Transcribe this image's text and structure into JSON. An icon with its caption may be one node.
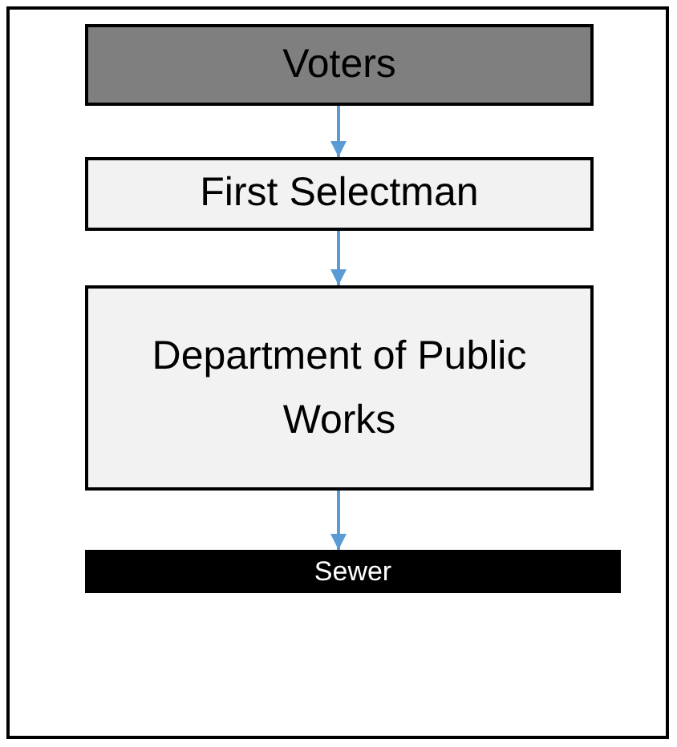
{
  "diagram": {
    "nodes": [
      {
        "text": [
          "Voters"
        ]
      },
      {
        "text": [
          "First Selectman"
        ]
      },
      {
        "text": [
          "Department of Public Works"
        ]
      },
      {
        "text": [
          "Sewer"
        ]
      }
    ],
    "edges": [
      {
        "from": 0,
        "to": 1,
        "arrow": "to"
      },
      {
        "from": 1,
        "to": 2,
        "arrow": "to"
      },
      {
        "from": 2,
        "to": 3,
        "arrow": "to"
      }
    ]
  }
}
